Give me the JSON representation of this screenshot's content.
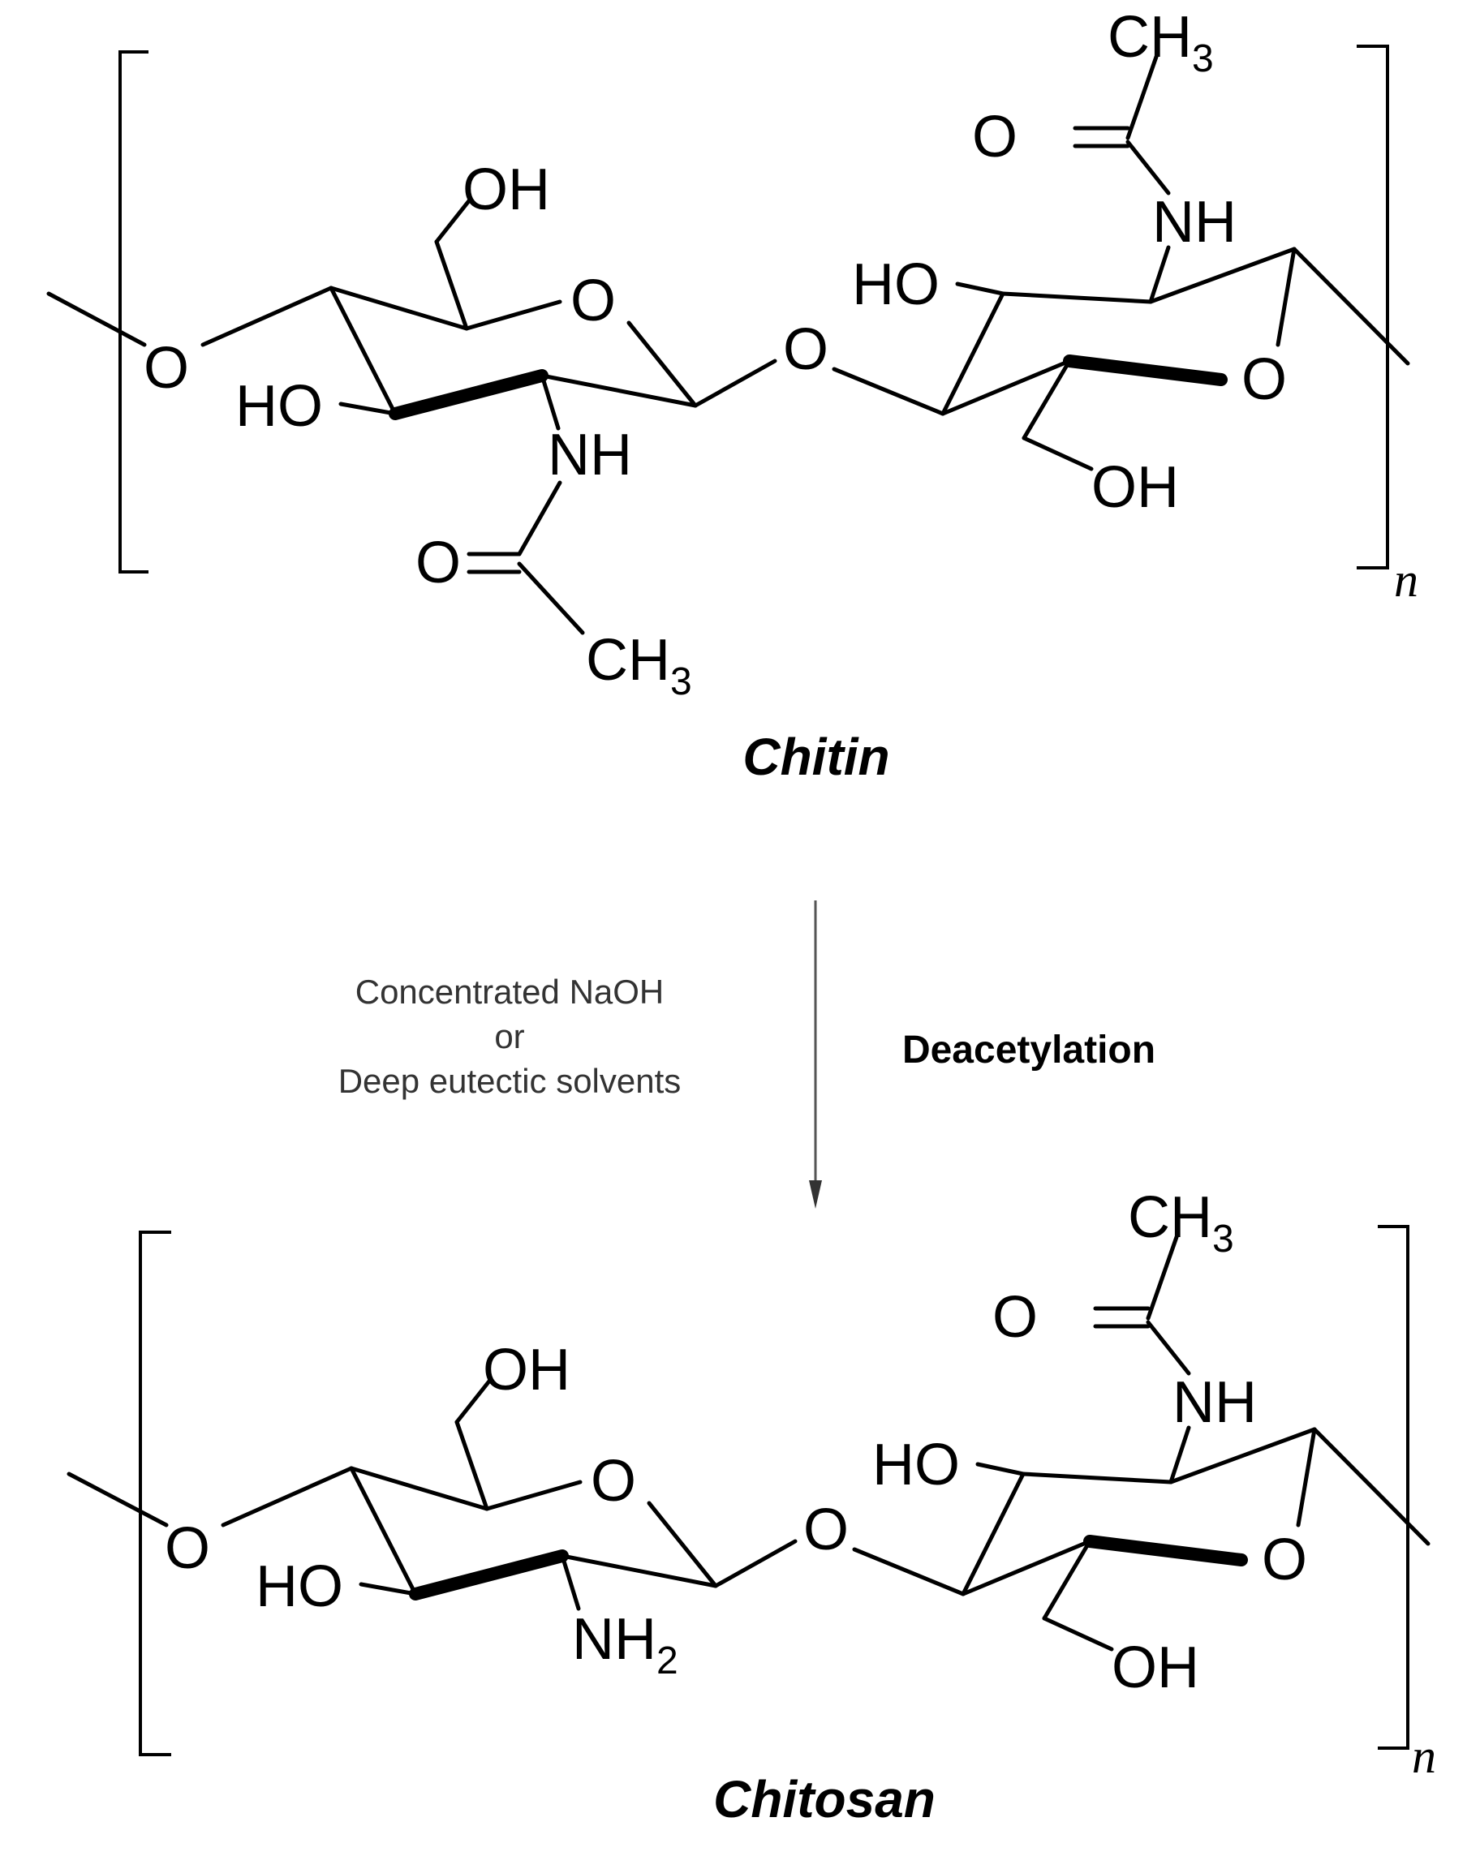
{
  "structures": [
    {
      "id": "chitin",
      "name": "Chitin",
      "repeat_index": "n",
      "atoms": {
        "bridge_oxygen_left": "O",
        "ring1_oxygen": "O",
        "ring1_ch2oh": "OH",
        "ring1_hydroxyl": "HO",
        "ring1_amine_group": "NH",
        "ring1_carbonyl_oxygen": "O",
        "ring1_methyl": "CH",
        "ring1_methyl_subscript": "3",
        "glycosidic_oxygen": "O",
        "ring2_hydroxyl": "HO",
        "ring2_amine_group": "NH",
        "ring2_carbonyl_oxygen": "O",
        "ring2_methyl": "CH",
        "ring2_methyl_subscript": "3",
        "ring2_oxygen": "O",
        "ring2_ch2oh": "OH"
      }
    },
    {
      "id": "chitosan",
      "name": "Chitosan",
      "repeat_index": "n",
      "atoms": {
        "bridge_oxygen_left": "O",
        "ring1_oxygen": "O",
        "ring1_ch2oh": "OH",
        "ring1_hydroxyl": "HO",
        "ring1_amine_group": "NH",
        "ring1_amine_subscript": "2",
        "glycosidic_oxygen": "O",
        "ring2_hydroxyl": "HO",
        "ring2_amine_group": "NH",
        "ring2_carbonyl_oxygen": "O",
        "ring2_methyl": "CH",
        "ring2_methyl_subscript": "3",
        "ring2_oxygen": "O",
        "ring2_ch2oh": "OH"
      }
    }
  ],
  "reaction": {
    "conditions": [
      "Concentrated NaOH",
      "or",
      "Deep eutectic solvents"
    ],
    "process": "Deacetylation"
  }
}
